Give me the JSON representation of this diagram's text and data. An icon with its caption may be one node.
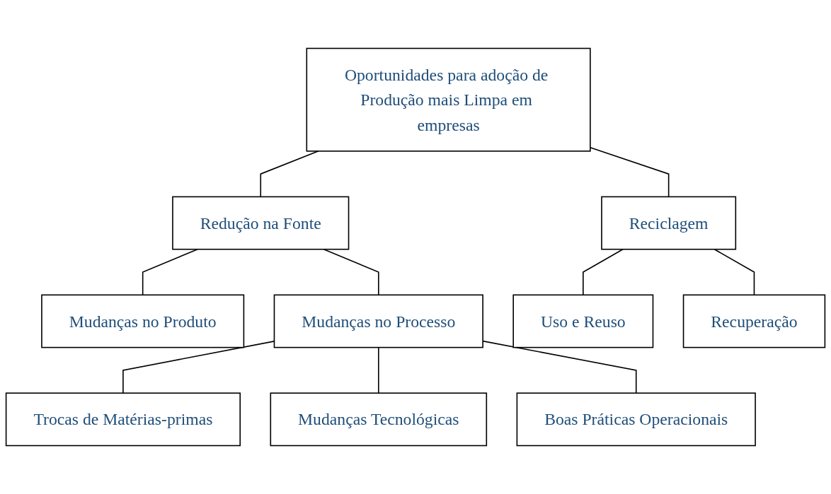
{
  "diagram": {
    "nodes": [
      {
        "text": [
          "Oportunidades para adoção de Produção mais Limpa em empresas"
        ]
      },
      {
        "text": [
          "Redução na Fonte"
        ]
      },
      {
        "text": [
          "Reciclagem"
        ]
      },
      {
        "text": [
          "Mudanças no Produto"
        ]
      },
      {
        "text": [
          "Mudanças no Processo"
        ]
      },
      {
        "text": [
          "Uso e Reuso"
        ]
      },
      {
        "text": [
          "Recuperação"
        ]
      },
      {
        "text": [
          "Trocas de Matérias-primas"
        ]
      },
      {
        "text": [
          "Mudanças Tecnológicas"
        ]
      },
      {
        "text": [
          "Boas Práticas Operacionais"
        ]
      }
    ],
    "edges": [
      {
        "from": 0,
        "to": 1,
        "arrow": "none"
      },
      {
        "from": 0,
        "to": 2,
        "arrow": "none"
      },
      {
        "from": 1,
        "to": 3,
        "arrow": "none"
      },
      {
        "from": 1,
        "to": 4,
        "arrow": "none"
      },
      {
        "from": 2,
        "to": 5,
        "arrow": "none"
      },
      {
        "from": 2,
        "to": 6,
        "arrow": "none"
      },
      {
        "from": 4,
        "to": 7,
        "arrow": "none"
      },
      {
        "from": 4,
        "to": 8,
        "arrow": "none"
      },
      {
        "from": 4,
        "to": 9,
        "arrow": "none"
      }
    ]
  }
}
